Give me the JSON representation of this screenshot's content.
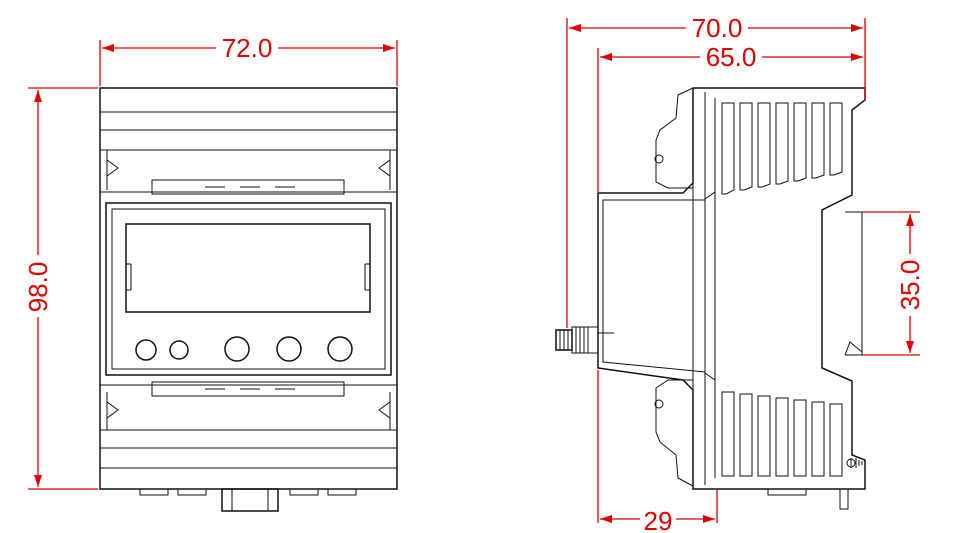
{
  "colors": {
    "dimension": "#e00000",
    "outline": "#111111",
    "background": "#ffffff"
  },
  "dimensions": {
    "front_width": "72.0",
    "front_height": "98.0",
    "side_overall_depth": "70.0",
    "side_body_depth": "65.0",
    "din_rail_height": "35.0",
    "terminal_offset": "29"
  },
  "icons": {
    "ground_symbol": "ground-icon"
  }
}
